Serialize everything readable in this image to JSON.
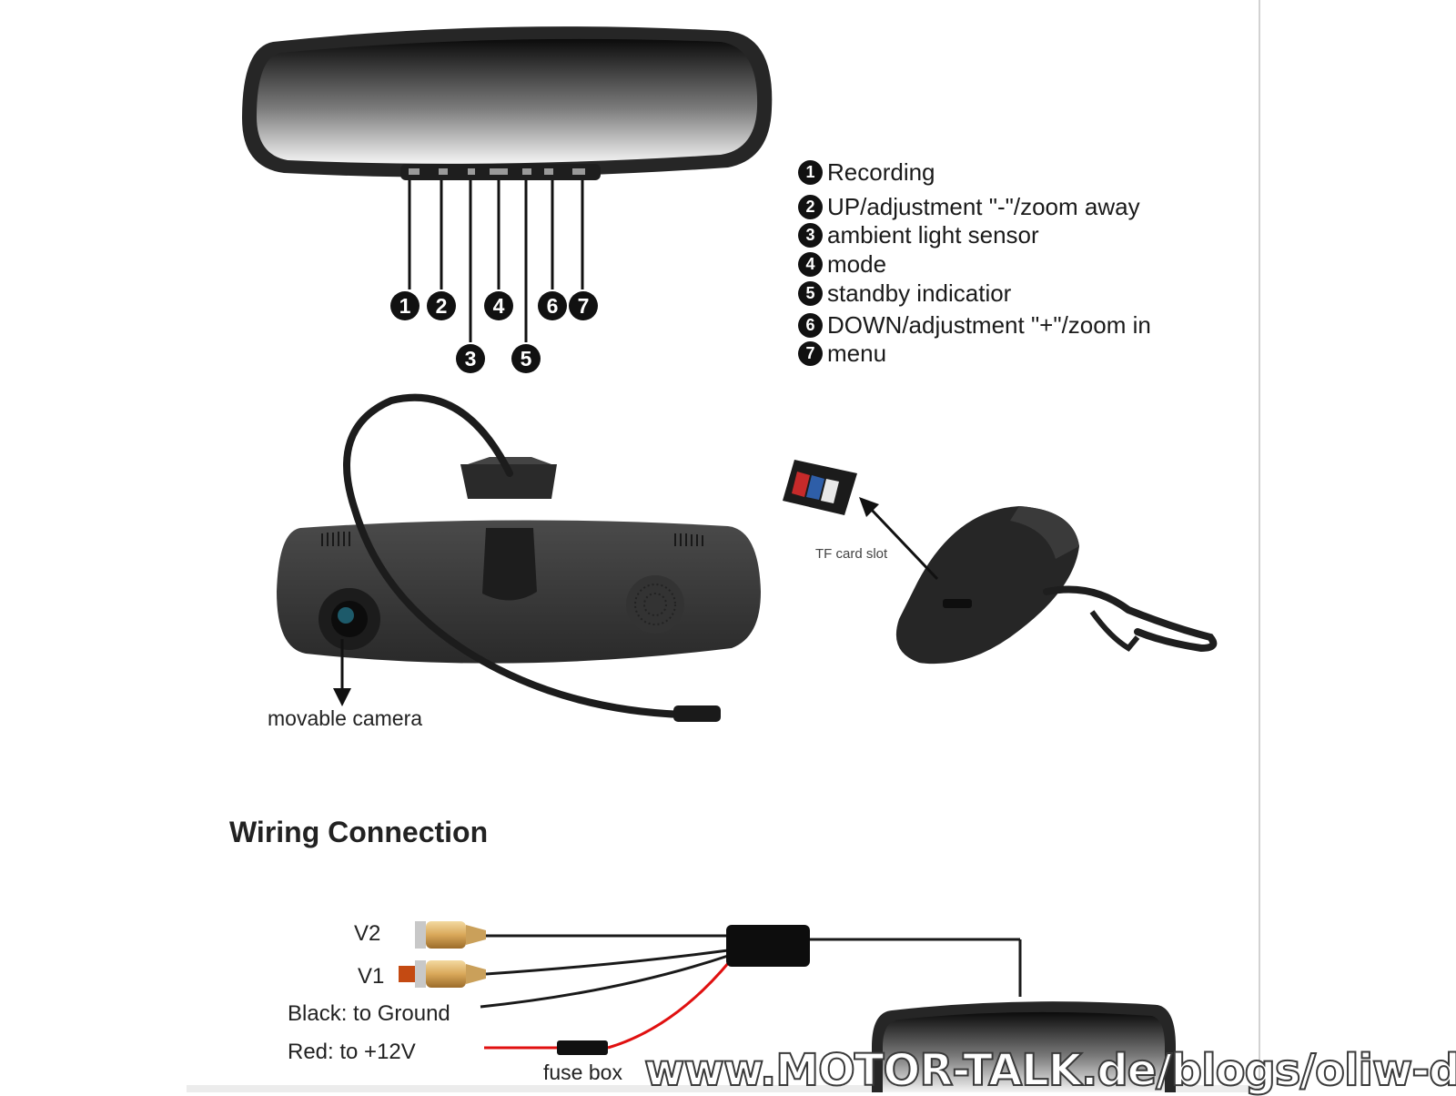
{
  "legend": [
    {
      "num": "1",
      "text": "Recording"
    },
    {
      "num": "2",
      "text": "UP/adjustment \"-\"/zoom away"
    },
    {
      "num": "3",
      "text": "ambient light sensor"
    },
    {
      "num": "4",
      "text": "mode"
    },
    {
      "num": "5",
      "text": "standby indicatior"
    },
    {
      "num": "6",
      "text": "DOWN/adjustment \"+\"/zoom in"
    },
    {
      "num": "7",
      "text": "menu"
    }
  ],
  "callouts": [
    "1",
    "2",
    "3",
    "4",
    "5",
    "6",
    "7"
  ],
  "captions": {
    "camera": "movable camera",
    "tf_slot": "TF card slot"
  },
  "wiring": {
    "heading": "Wiring Connection",
    "v2": "V2",
    "v1": "V1",
    "black": "Black: to Ground",
    "red": "Red: to +12V",
    "fuse": "fuse box"
  },
  "watermark": "www.MOTOR-TALK.de/blogs/oliw-de/",
  "colors": {
    "mirror_body": "#2b2b2b",
    "rca_gold": "#d9a85a",
    "red_wire": "#e01010",
    "wire": "#1a1a1a"
  }
}
